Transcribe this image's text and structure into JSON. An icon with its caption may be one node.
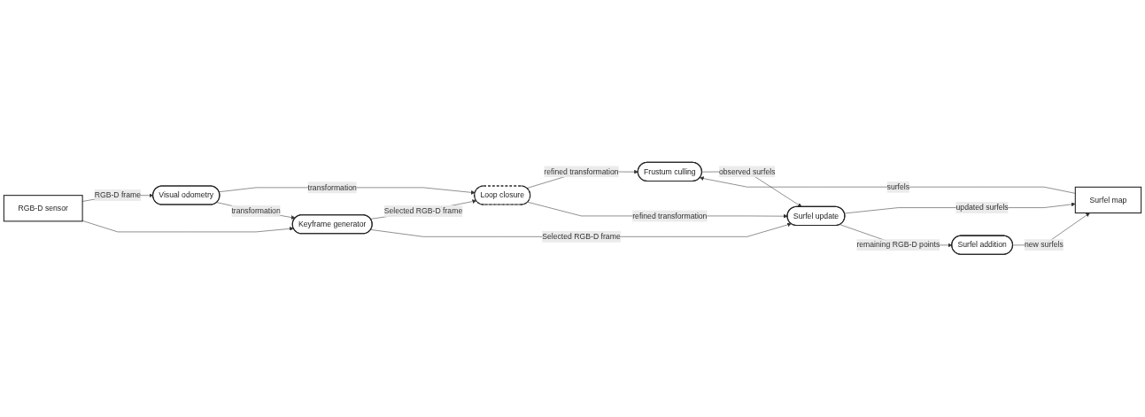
{
  "diagram": {
    "nodes": [
      {
        "text": [
          "RGB-D sensor"
        ]
      },
      {
        "text": [
          "Surfel map"
        ]
      },
      {
        "text": [
          "Visual odometry"
        ]
      },
      {
        "text": [
          "Loop closure"
        ]
      },
      {
        "text": [
          "Frustum culling"
        ]
      },
      {
        "text": [
          "Keyframe generator"
        ]
      },
      {
        "text": [
          "Surfel update"
        ]
      },
      {
        "text": [
          "Surfel addition"
        ]
      }
    ],
    "edges": [
      {
        "from": 0,
        "to": 2,
        "arrow": "to",
        "label": "RGB-D frame"
      },
      {
        "from": 0,
        "to": 5,
        "arrow": "to"
      },
      {
        "from": 2,
        "to": 3,
        "arrow": "to",
        "label": "transformation"
      },
      {
        "from": 2,
        "to": 5,
        "arrow": "to",
        "label": "transformation"
      },
      {
        "from": 5,
        "to": 3,
        "arrow": "to",
        "label": "Selected RGB-D frame"
      },
      {
        "from": 3,
        "to": 4,
        "arrow": "to",
        "label": "refined transformation"
      },
      {
        "from": 3,
        "to": 6,
        "arrow": "to",
        "label": "refined transformation"
      },
      {
        "from": 1,
        "to": 4,
        "arrow": "to",
        "label": "surfels"
      },
      {
        "from": 4,
        "to": 6,
        "arrow": "to",
        "label": "observed surfels"
      },
      {
        "from": 5,
        "to": 6,
        "arrow": "to",
        "label": "Selected RGB-D frame"
      },
      {
        "from": 6,
        "to": 1,
        "arrow": "to",
        "label": "updated surfels"
      },
      {
        "from": 6,
        "to": 7,
        "arrow": "to",
        "label": "remaining RGB-D points"
      },
      {
        "from": 7,
        "to": 1,
        "arrow": "to",
        "label": "new surfels"
      }
    ]
  }
}
